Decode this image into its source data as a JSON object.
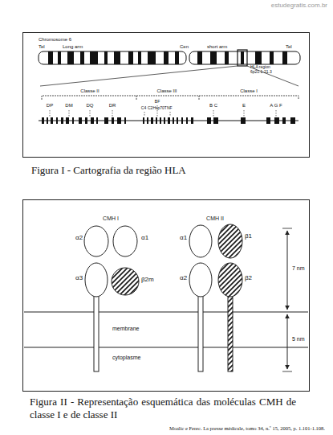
{
  "diagram": {
    "nodes": [
      {
        "text": [
          "Figura I - Cartografia da região HLA"
        ]
      },
      {
        "text": [
          "Figura II - Representação esquemática das moléculas CMH de classe I e de classe II"
        ]
      }
    ],
    "labels": [
      "estudegratis.com.br",
      "Chromosome 6",
      "Tel",
      "Long arm",
      "Cen",
      "short arm",
      "Tel",
      "HLA region",
      "6p21.1-21.3",
      "Classe II",
      "Classe III",
      "Classe I",
      "DP",
      "DM",
      "DQ",
      "DR",
      "BF",
      "C4",
      "C2Hsp70TNF",
      "B C",
      "E",
      "A G F",
      "CMH I",
      "CMH II",
      "α2",
      "α1",
      "α3",
      "β2m",
      "α1",
      "β1",
      "α2",
      "β2",
      "7 nm",
      "5 nm",
      "membrane",
      "cytoplasme",
      "Moalic e Ferec. La presse médicale, tomo 34, n.º 15, 2005, p. 1.101-1.108."
    ]
  }
}
